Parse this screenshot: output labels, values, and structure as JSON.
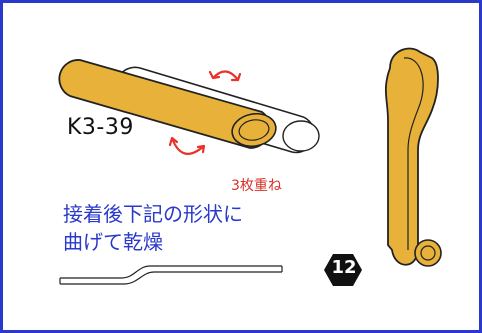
{
  "part_label": "K3-39",
  "stack_note": "3枚重ね",
  "instruction": {
    "line1": "接着後下記の形状に",
    "line2": "曲げて乾燥"
  },
  "step_number": "12",
  "colors": {
    "frame": "#2a39c9",
    "part_fill": "#e8b23a",
    "arrow": "#e8322a",
    "instruction_text": "#2a39c9",
    "note_text": "#d8332a",
    "badge": "#111111"
  }
}
